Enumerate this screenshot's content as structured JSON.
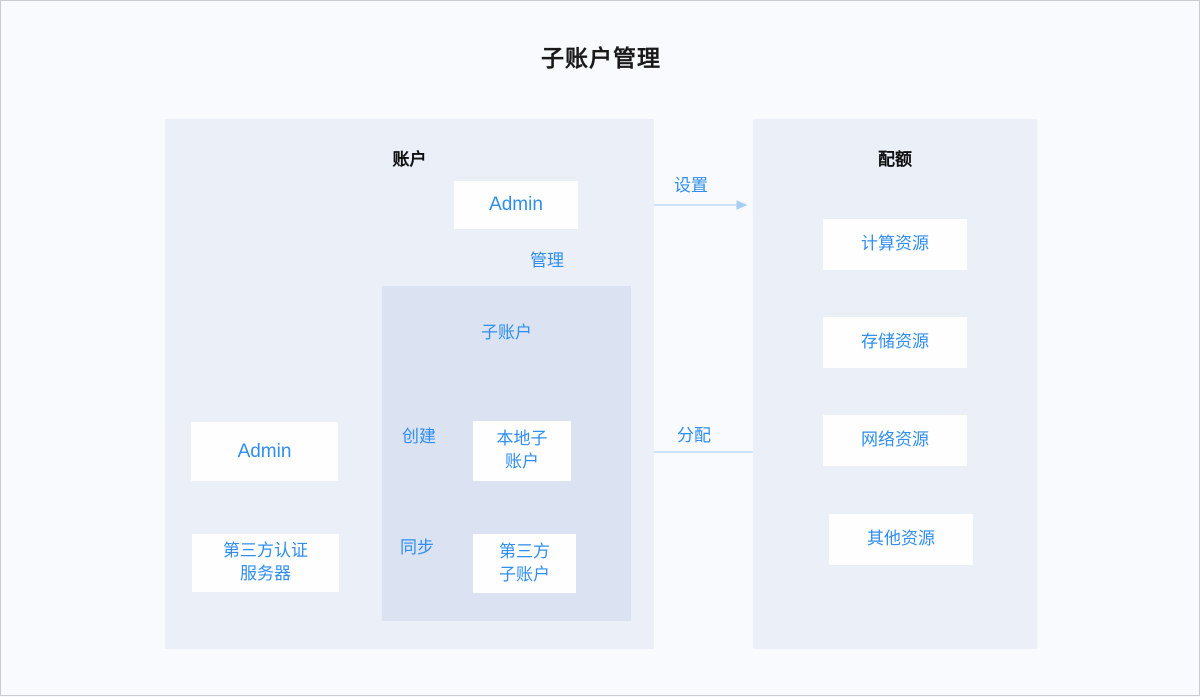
{
  "page": {
    "title": "子账户管理",
    "background_color": "#f8fafd",
    "accent_color": "#2f8ef0",
    "panel_color": "#eaeff8",
    "subregion_color": "#dbe3f3",
    "node_color": "#fefeff"
  },
  "account_panel": {
    "title": "账户",
    "admin_top": "Admin",
    "subaccount_region_label": "子账户",
    "admin_left": "Admin",
    "third_party_server": "第三方认证\n服务器",
    "third_party_server_line1": "第三方认证",
    "third_party_server_line2": "服务器",
    "local_sub_line1": "本地子",
    "local_sub_line2": "账户",
    "third_sub_line1": "第三方",
    "third_sub_line2": "子账户"
  },
  "quota_panel": {
    "title": "配额",
    "items": [
      {
        "label": "计算资源"
      },
      {
        "label": "存储资源"
      },
      {
        "label": "网络资源"
      },
      {
        "label": "其他资源"
      }
    ]
  },
  "edges": [
    {
      "id": "set",
      "label": "设置",
      "direction": "right",
      "from": "admin-top",
      "to": "quota-panel"
    },
    {
      "id": "manage",
      "label": "管理",
      "direction": "down",
      "from": "admin-top",
      "to": "subaccount-region"
    },
    {
      "id": "create",
      "label": "创建",
      "direction": "right",
      "from": "admin-left",
      "to": "local-sub"
    },
    {
      "id": "sync",
      "label": "同步",
      "direction": "right",
      "from": "third-party-server",
      "to": "third-sub"
    },
    {
      "id": "assign",
      "label": "分配",
      "direction": "left",
      "from": "quota-panel",
      "to": "local-sub"
    }
  ]
}
